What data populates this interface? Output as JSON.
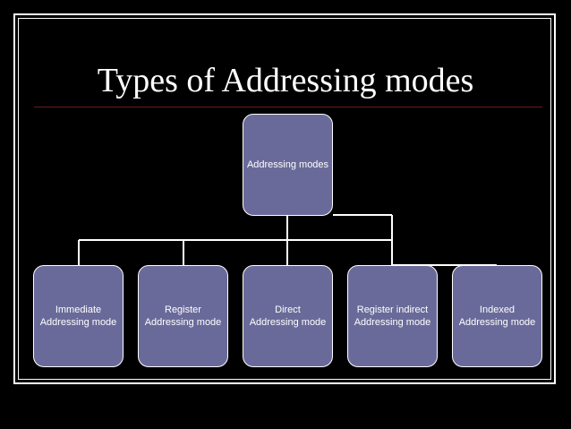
{
  "title": "Types of Addressing modes",
  "diagram": {
    "root": "Addressing modes",
    "children": [
      "Immediate\nAddressing mode",
      "Register\nAddressing mode",
      "Direct\nAddressing mode",
      "Register indirect\nAddressing mode",
      "Indexed\nAddressing mode"
    ]
  },
  "colors": {
    "background": "#000000",
    "node_fill": "#6a6a9a",
    "node_border": "#ffffff",
    "title_rule": "#6b1a1a",
    "connector": "#ffffff"
  }
}
